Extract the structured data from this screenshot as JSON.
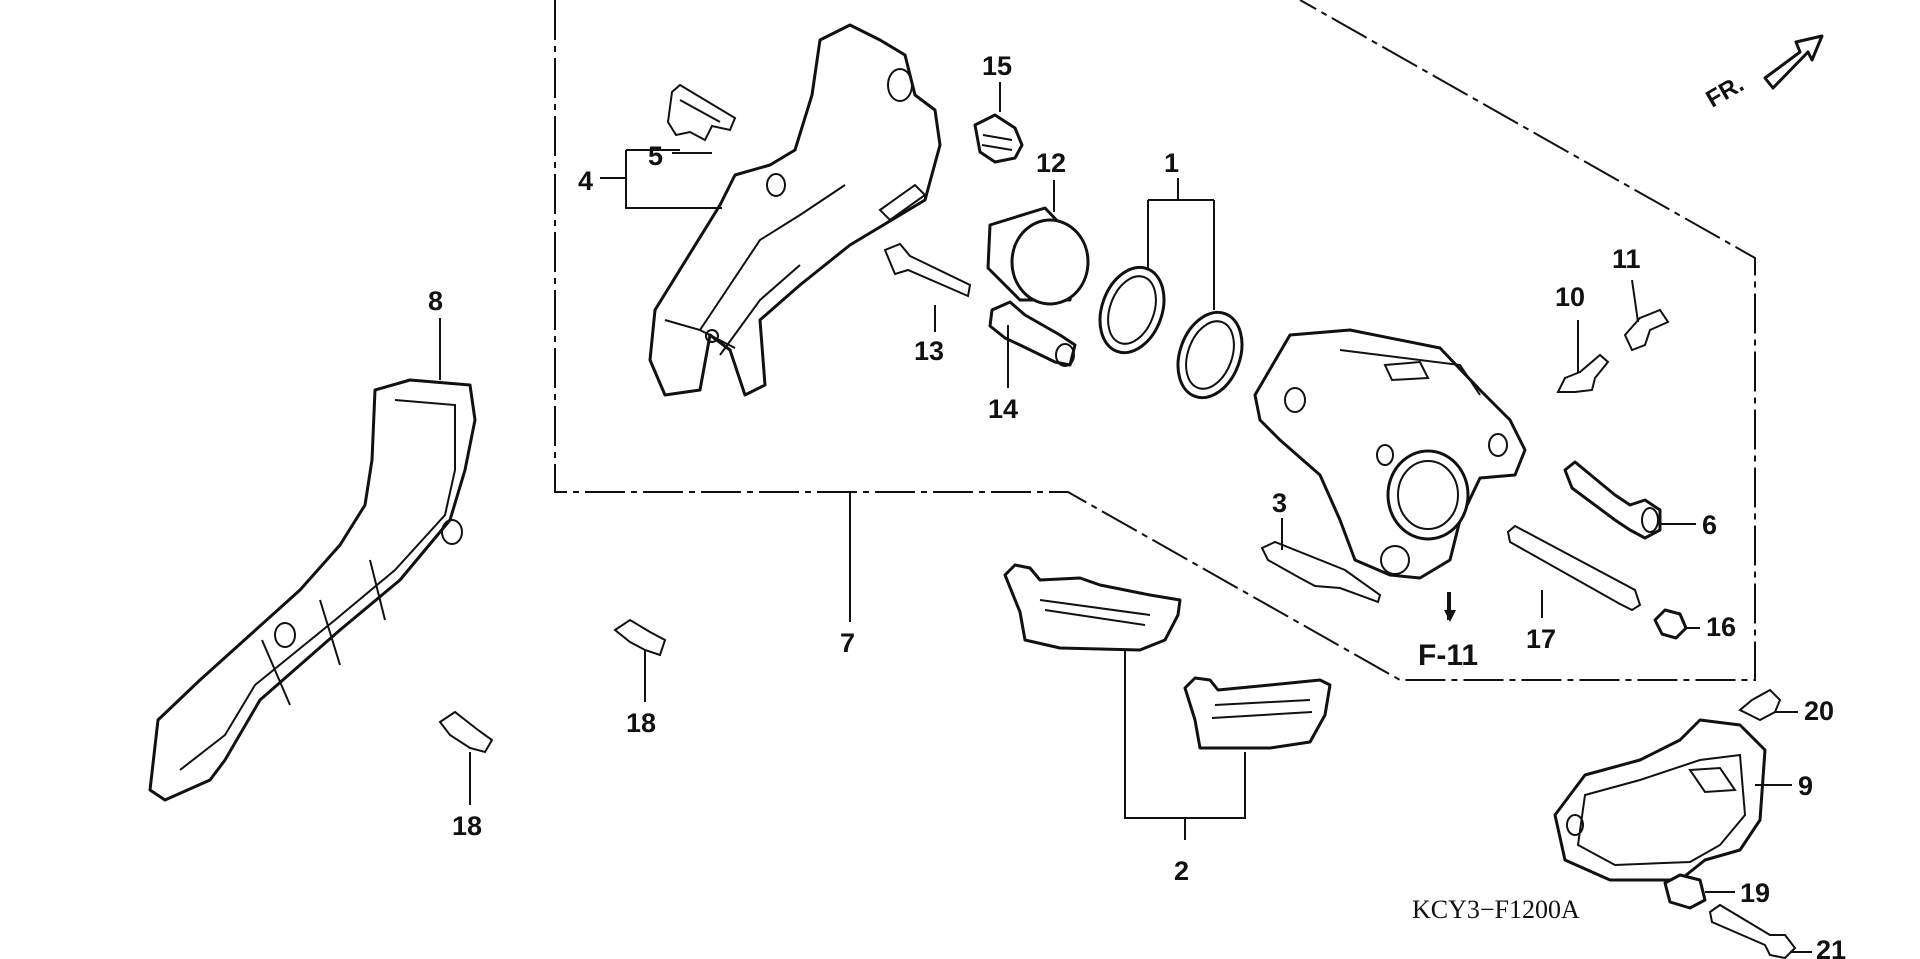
{
  "callouts": {
    "c1": "1",
    "c2": "2",
    "c3": "3",
    "c4": "4",
    "c5": "5",
    "c6": "6",
    "c7": "7",
    "c8": "8",
    "c9": "9",
    "c10": "10",
    "c11": "11",
    "c12": "12",
    "c13": "13",
    "c14": "14",
    "c15": "15",
    "c16": "16",
    "c17": "17",
    "c18a": "18",
    "c18b": "18",
    "c19": "19",
    "c20": "20",
    "c21": "21"
  },
  "reference": "F-11",
  "direction_label": "FR.",
  "drawing_code": "KCY3−F1200A"
}
